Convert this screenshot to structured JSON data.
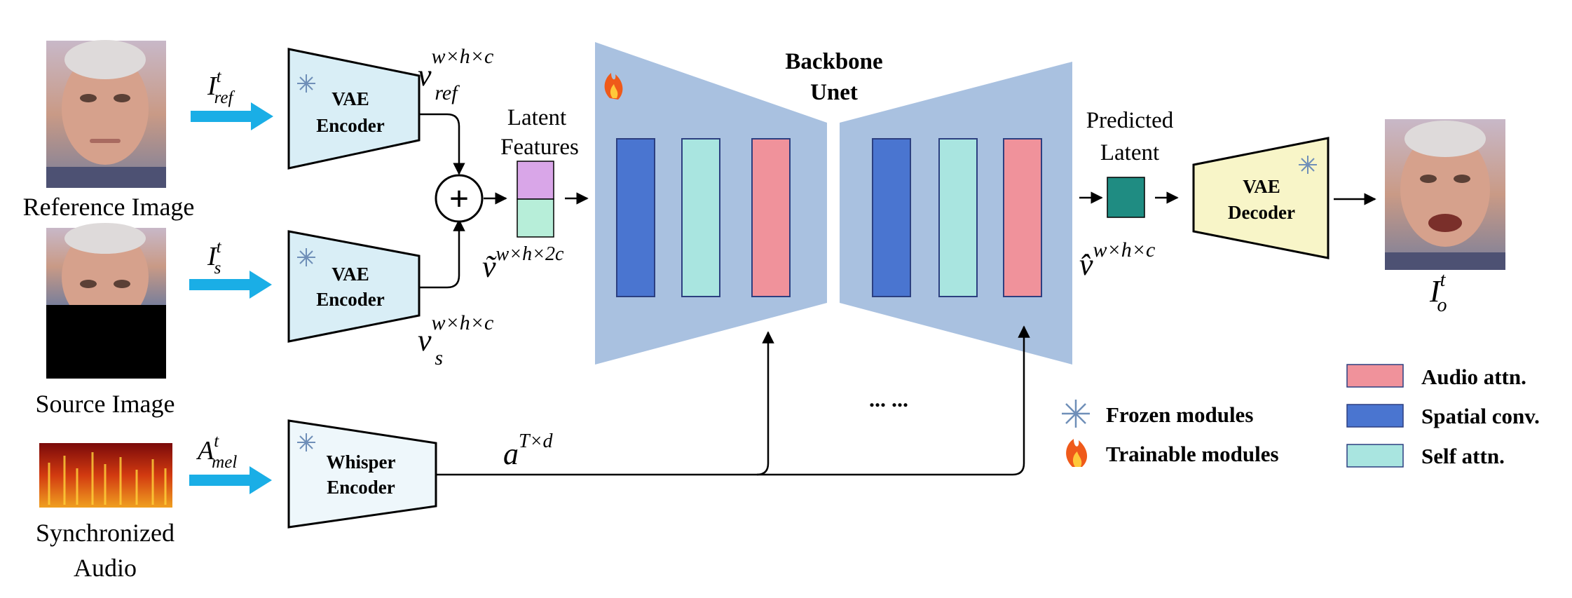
{
  "inputs": {
    "reference_label": "Reference Image",
    "source_label": "Source Image",
    "audio_label_1": "Synchronized",
    "audio_label_2": "Audio"
  },
  "symbols": {
    "I": "I",
    "A": "A",
    "t": "t",
    "ref": "ref",
    "s": "s",
    "mel": "mel",
    "o": "o",
    "v": "v",
    "v_tilde": "ṽ",
    "v_hat": "v̂",
    "a": "a",
    "whc": "w×h×c",
    "wh2c": "w×h×2c",
    "Td": "T×d"
  },
  "modules": {
    "vae_encoder_1": [
      "VAE",
      "Encoder"
    ],
    "vae_encoder_2": [
      "VAE",
      "Encoder"
    ],
    "whisper_encoder": [
      "Whisper",
      "Encoder"
    ],
    "vae_decoder": [
      "VAE",
      "Decoder"
    ],
    "backbone": [
      "Backbone",
      "Unet"
    ],
    "plus": "+"
  },
  "latent": {
    "features_1": "Latent",
    "features_2": "Features",
    "predicted_1": "Predicted",
    "predicted_2": "Latent"
  },
  "ellipsis": "... ...",
  "legend": {
    "frozen": "Frozen modules",
    "trainable": "Trainable modules",
    "audio_attn": "Audio attn.",
    "spatial_conv": "Spatial conv.",
    "self_attn": "Self attn."
  },
  "icons": {
    "frozen": "snowflake-icon",
    "trainable": "flame-icon"
  },
  "colors": {
    "arrow_blue": "#1aaee6",
    "encoder_fill": "#d9eef6",
    "whisper_fill": "#eef7fb",
    "decoder_fill": "#f8f5c8",
    "unet_fill": "#a9c1e0",
    "audio_attn": "#f0929b",
    "spatial_conv": "#4a75d0",
    "self_attn": "#a9e5e0",
    "latent_top": "#d9a6e8",
    "latent_bottom": "#b7eed9",
    "predicted_latent": "#1f8c82"
  }
}
